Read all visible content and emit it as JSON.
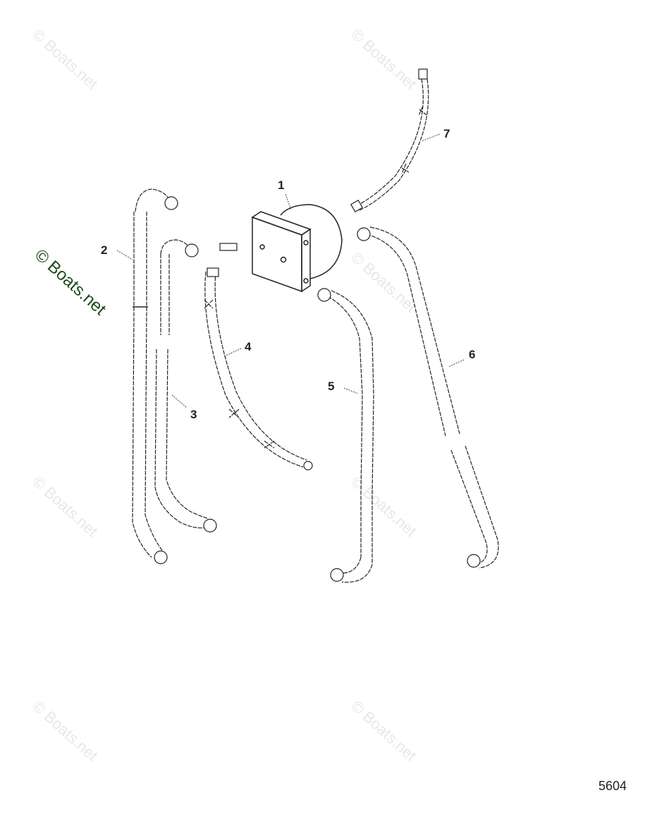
{
  "diagram": {
    "type": "parts-exploded-view",
    "figure_number": "5604",
    "callouts": [
      {
        "id": "1",
        "label": "1",
        "part": "block-fitting"
      },
      {
        "id": "2",
        "label": "2",
        "part": "hose"
      },
      {
        "id": "3",
        "label": "3",
        "part": "hose"
      },
      {
        "id": "4",
        "label": "4",
        "part": "braided-hose"
      },
      {
        "id": "5",
        "label": "5",
        "part": "hose"
      },
      {
        "id": "6",
        "label": "6",
        "part": "hose"
      },
      {
        "id": "7",
        "label": "7",
        "part": "braided-hose"
      }
    ],
    "watermark_text": "© Boats.net"
  }
}
